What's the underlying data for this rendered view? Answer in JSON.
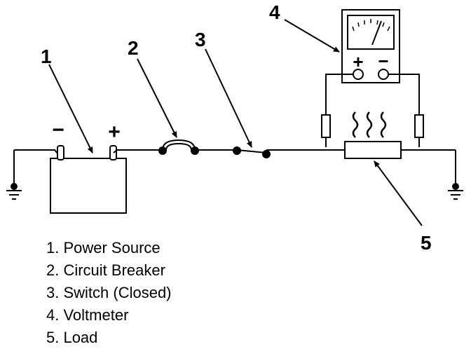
{
  "callouts": {
    "power_source": "1",
    "circuit_breaker": "2",
    "switch": "3",
    "voltmeter": "4",
    "load": "5"
  },
  "battery": {
    "negative_sign": "−",
    "positive_sign": "+"
  },
  "voltmeter": {
    "positive_sign": "+",
    "negative_sign": "−"
  },
  "legend": [
    "1. Power Source",
    "2. Circuit Breaker",
    "3. Switch (Closed)",
    "4. Voltmeter",
    "5. Load"
  ],
  "colors": {
    "ink": "#000000",
    "background": "#ffffff"
  }
}
